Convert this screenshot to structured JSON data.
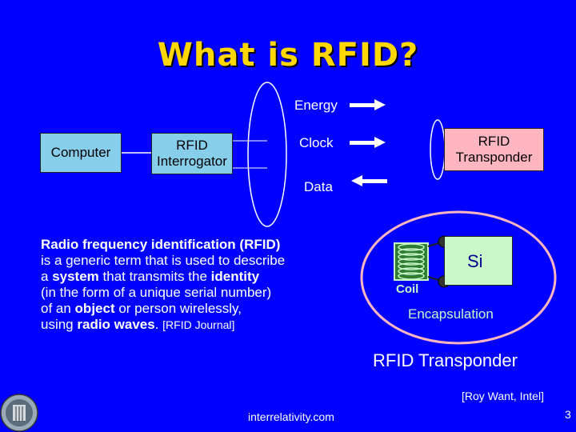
{
  "title": "What is RFID?",
  "diagram": {
    "computer": "Computer",
    "interrogator_line1": "RFID",
    "interrogator_line2": "Interrogator",
    "transponder_line1": "RFID",
    "transponder_line2": "Transponder",
    "signals": {
      "energy": "Energy",
      "clock": "Clock",
      "data": "Data"
    }
  },
  "description": {
    "line1": "Radio frequency identification (RFID)",
    "line2": "is a generic term that is used to describe",
    "line3_pre": "a ",
    "line3_b1": "system",
    "line3_mid": " that transmits the ",
    "line3_b2": "identity",
    "line4": "(in the form of a unique serial number)",
    "line5_pre": "of an ",
    "line5_b": "object",
    "line5_post": " or person wirelessly,",
    "line6_pre": "using ",
    "line6_b": "radio waves",
    "line6_post": ". ",
    "citation": "[RFID Journal]"
  },
  "transponder_figure": {
    "chip": "Si",
    "coil": "Coil",
    "encapsulation": "Encapsulation",
    "caption": "RFID Transponder"
  },
  "credit": "[Roy Want, Intel]",
  "footer": "interrelativity.com",
  "page_number": "3",
  "colors": {
    "background": "#0000ff",
    "title": "#ffd700",
    "box_blue": "#87ceeb",
    "box_pink": "#ffb6c1",
    "chip_green": "#c8f7c8"
  }
}
